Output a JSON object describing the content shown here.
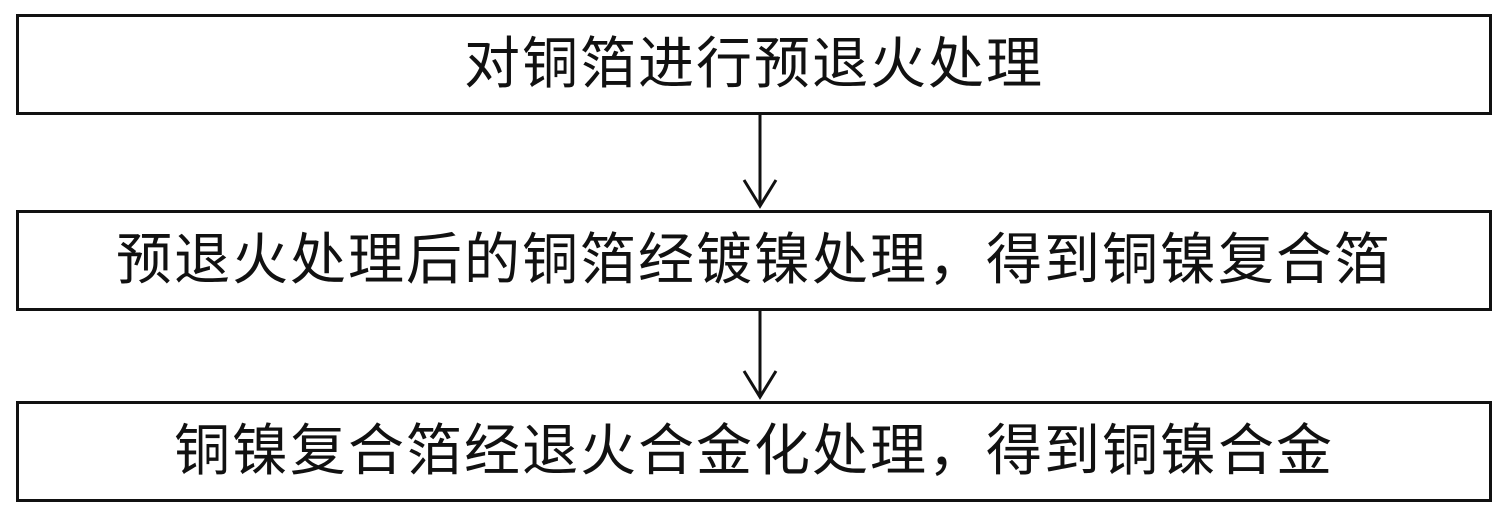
{
  "steps": [
    {
      "text": "对铜箔进行预退火处理"
    },
    {
      "text": "预退火处理后的铜箔经镀镍处理，得到铜镍复合箔"
    },
    {
      "text": "铜镍复合箔经退火合金化处理，得到铜镍合金"
    }
  ],
  "colors": {
    "stroke": "#111111",
    "background": "#ffffff"
  }
}
